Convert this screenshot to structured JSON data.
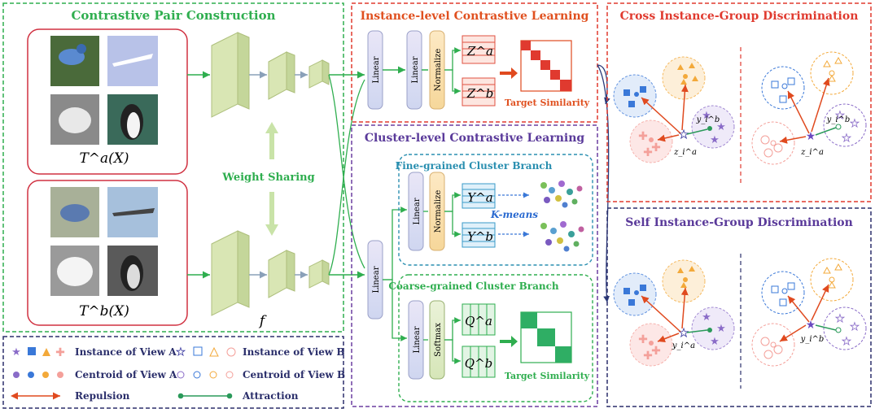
{
  "sections": {
    "contrastive_pair": {
      "title": "Contrastive Pair Construction",
      "view_a_label": "T^a(X)",
      "view_b_label": "T^b(X)",
      "weight_sharing": "Weight Sharing",
      "encoder_label": "f"
    },
    "instance_level": {
      "title": "Instance-level Contrastive Learning",
      "linear_1": "Linear",
      "linear_2": "Linear",
      "normalize": "Normalize",
      "za": "Z^a",
      "zb": "Z^b",
      "target": "Target Similarity"
    },
    "cluster_level": {
      "title": "Cluster-level Contrastive Learning",
      "shared_linear": "Linear",
      "fine": {
        "title": "Fine-grained Cluster Branch",
        "linear": "Linear",
        "normalize": "Normalize",
        "ya": "Y^a",
        "yb": "Y^b",
        "kmeans": "K-means"
      },
      "coarse": {
        "title": "Coarse-grained Cluster Branch",
        "linear": "Linear",
        "softmax": "Softmax",
        "qa": "Q^a",
        "qb": "Q^b",
        "target": "Target Similarity"
      }
    },
    "cross": {
      "title": "Cross Instance-Group Discrimination",
      "label_z": "z_i^a",
      "label_y": "y_i^b"
    },
    "self": {
      "title": "Self Instance-Group Discrimination",
      "label_ya": "y_i^a",
      "label_yb": "y_i^b"
    },
    "legend": {
      "instance_a": "Instance of View A",
      "instance_b": "Instance of View B",
      "centroid_a": "Centroid of View A",
      "centroid_b": "Centroid of View B",
      "repulsion": "Repulsion",
      "attraction": "Attraction"
    }
  },
  "colors": {
    "green_border": "#2fae4f",
    "red_border": "#e03a2f",
    "purple_border": "#6b3fa0",
    "navy_border": "#2b2f6b",
    "orange_title": "#e0501f",
    "purple_title": "#5a3a9a",
    "teal_title": "#2a8fb0",
    "blue": "#3a78d8",
    "orange": "#f3a93a",
    "pink": "#f4a09a",
    "purple": "#8a6cc8",
    "arrow_red": "#e04a1f",
    "arrow_green": "#2a9a5a"
  }
}
